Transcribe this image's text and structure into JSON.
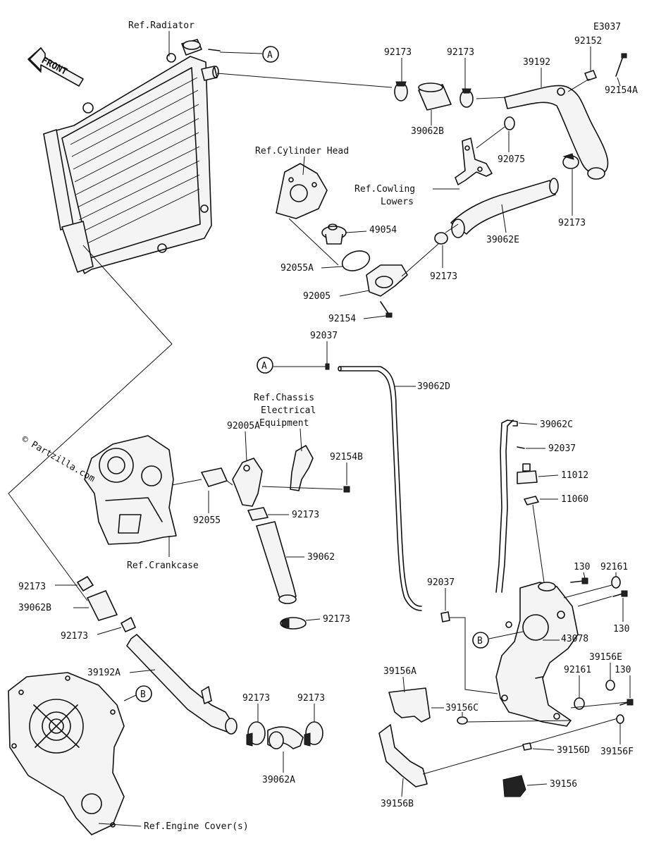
{
  "diagram_code": "E3037",
  "watermark": "© Partzilla.com",
  "front_label": "FRONT",
  "reference_labels": {
    "radiator": "Ref.Radiator",
    "cylinder_head": "Ref.Cylinder Head",
    "cowling_lowers_line1": "Ref.Cowling",
    "cowling_lowers_line2": "Lowers",
    "chassis_line1": "Ref.Chassis",
    "chassis_line2": "Electrical",
    "chassis_line3": "Equipment",
    "crankcase": "Ref.Crankcase",
    "engine_cover": "Ref.Engine Cover(s)"
  },
  "connector_markers": [
    "A",
    "B"
  ],
  "part_labels": [
    "92173",
    "92173",
    "39192",
    "92152",
    "92154A",
    "39062B",
    "92075",
    "49054",
    "39062E",
    "92173",
    "92055A",
    "92005",
    "92173",
    "92154",
    "92037",
    "39062D",
    "92005A",
    "92154B",
    "92055",
    "92173",
    "39062",
    "92173",
    "39062C",
    "92037",
    "11012",
    "11060",
    "130",
    "92161",
    "130",
    "43078",
    "92037",
    "39156E",
    "92161",
    "130",
    "39156A",
    "39156C",
    "39156D",
    "39156F",
    "39156",
    "39156B",
    "92173",
    "39062B",
    "92173",
    "39192A",
    "92173",
    "92173",
    "39062A"
  ]
}
